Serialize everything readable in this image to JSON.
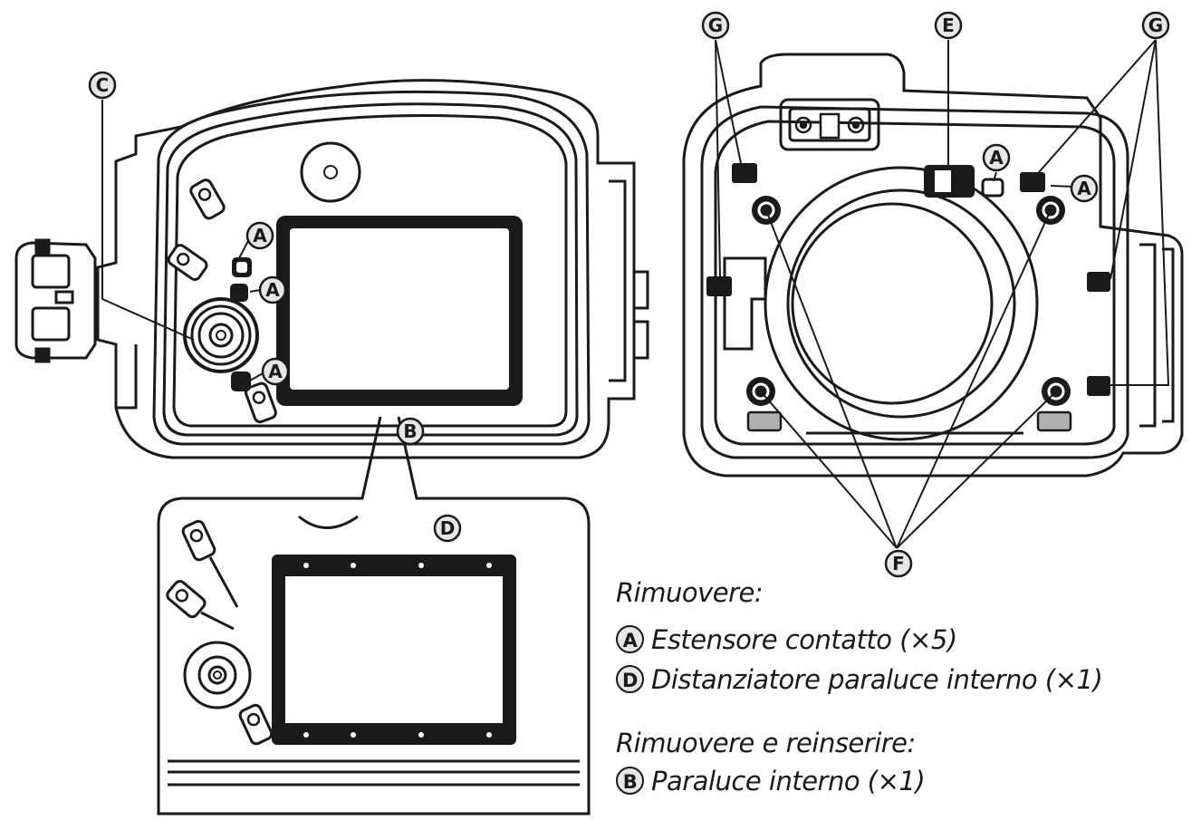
{
  "callouts": {
    "A": "A",
    "B": "B",
    "C": "C",
    "D": "D",
    "E": "E",
    "F": "F",
    "G": "G"
  },
  "legend": {
    "remove_heading": "Rimuovere:",
    "remove_items": [
      {
        "badge": "A",
        "text": "Estensore contatto (×5)"
      },
      {
        "badge": "D",
        "text": "Distanziatore paraluce interno (×1)"
      }
    ],
    "reinsert_heading": "Rimuovere e reinserire:",
    "reinsert_items": [
      {
        "badge": "B",
        "text": "Paraluce interno (×1)"
      }
    ]
  }
}
